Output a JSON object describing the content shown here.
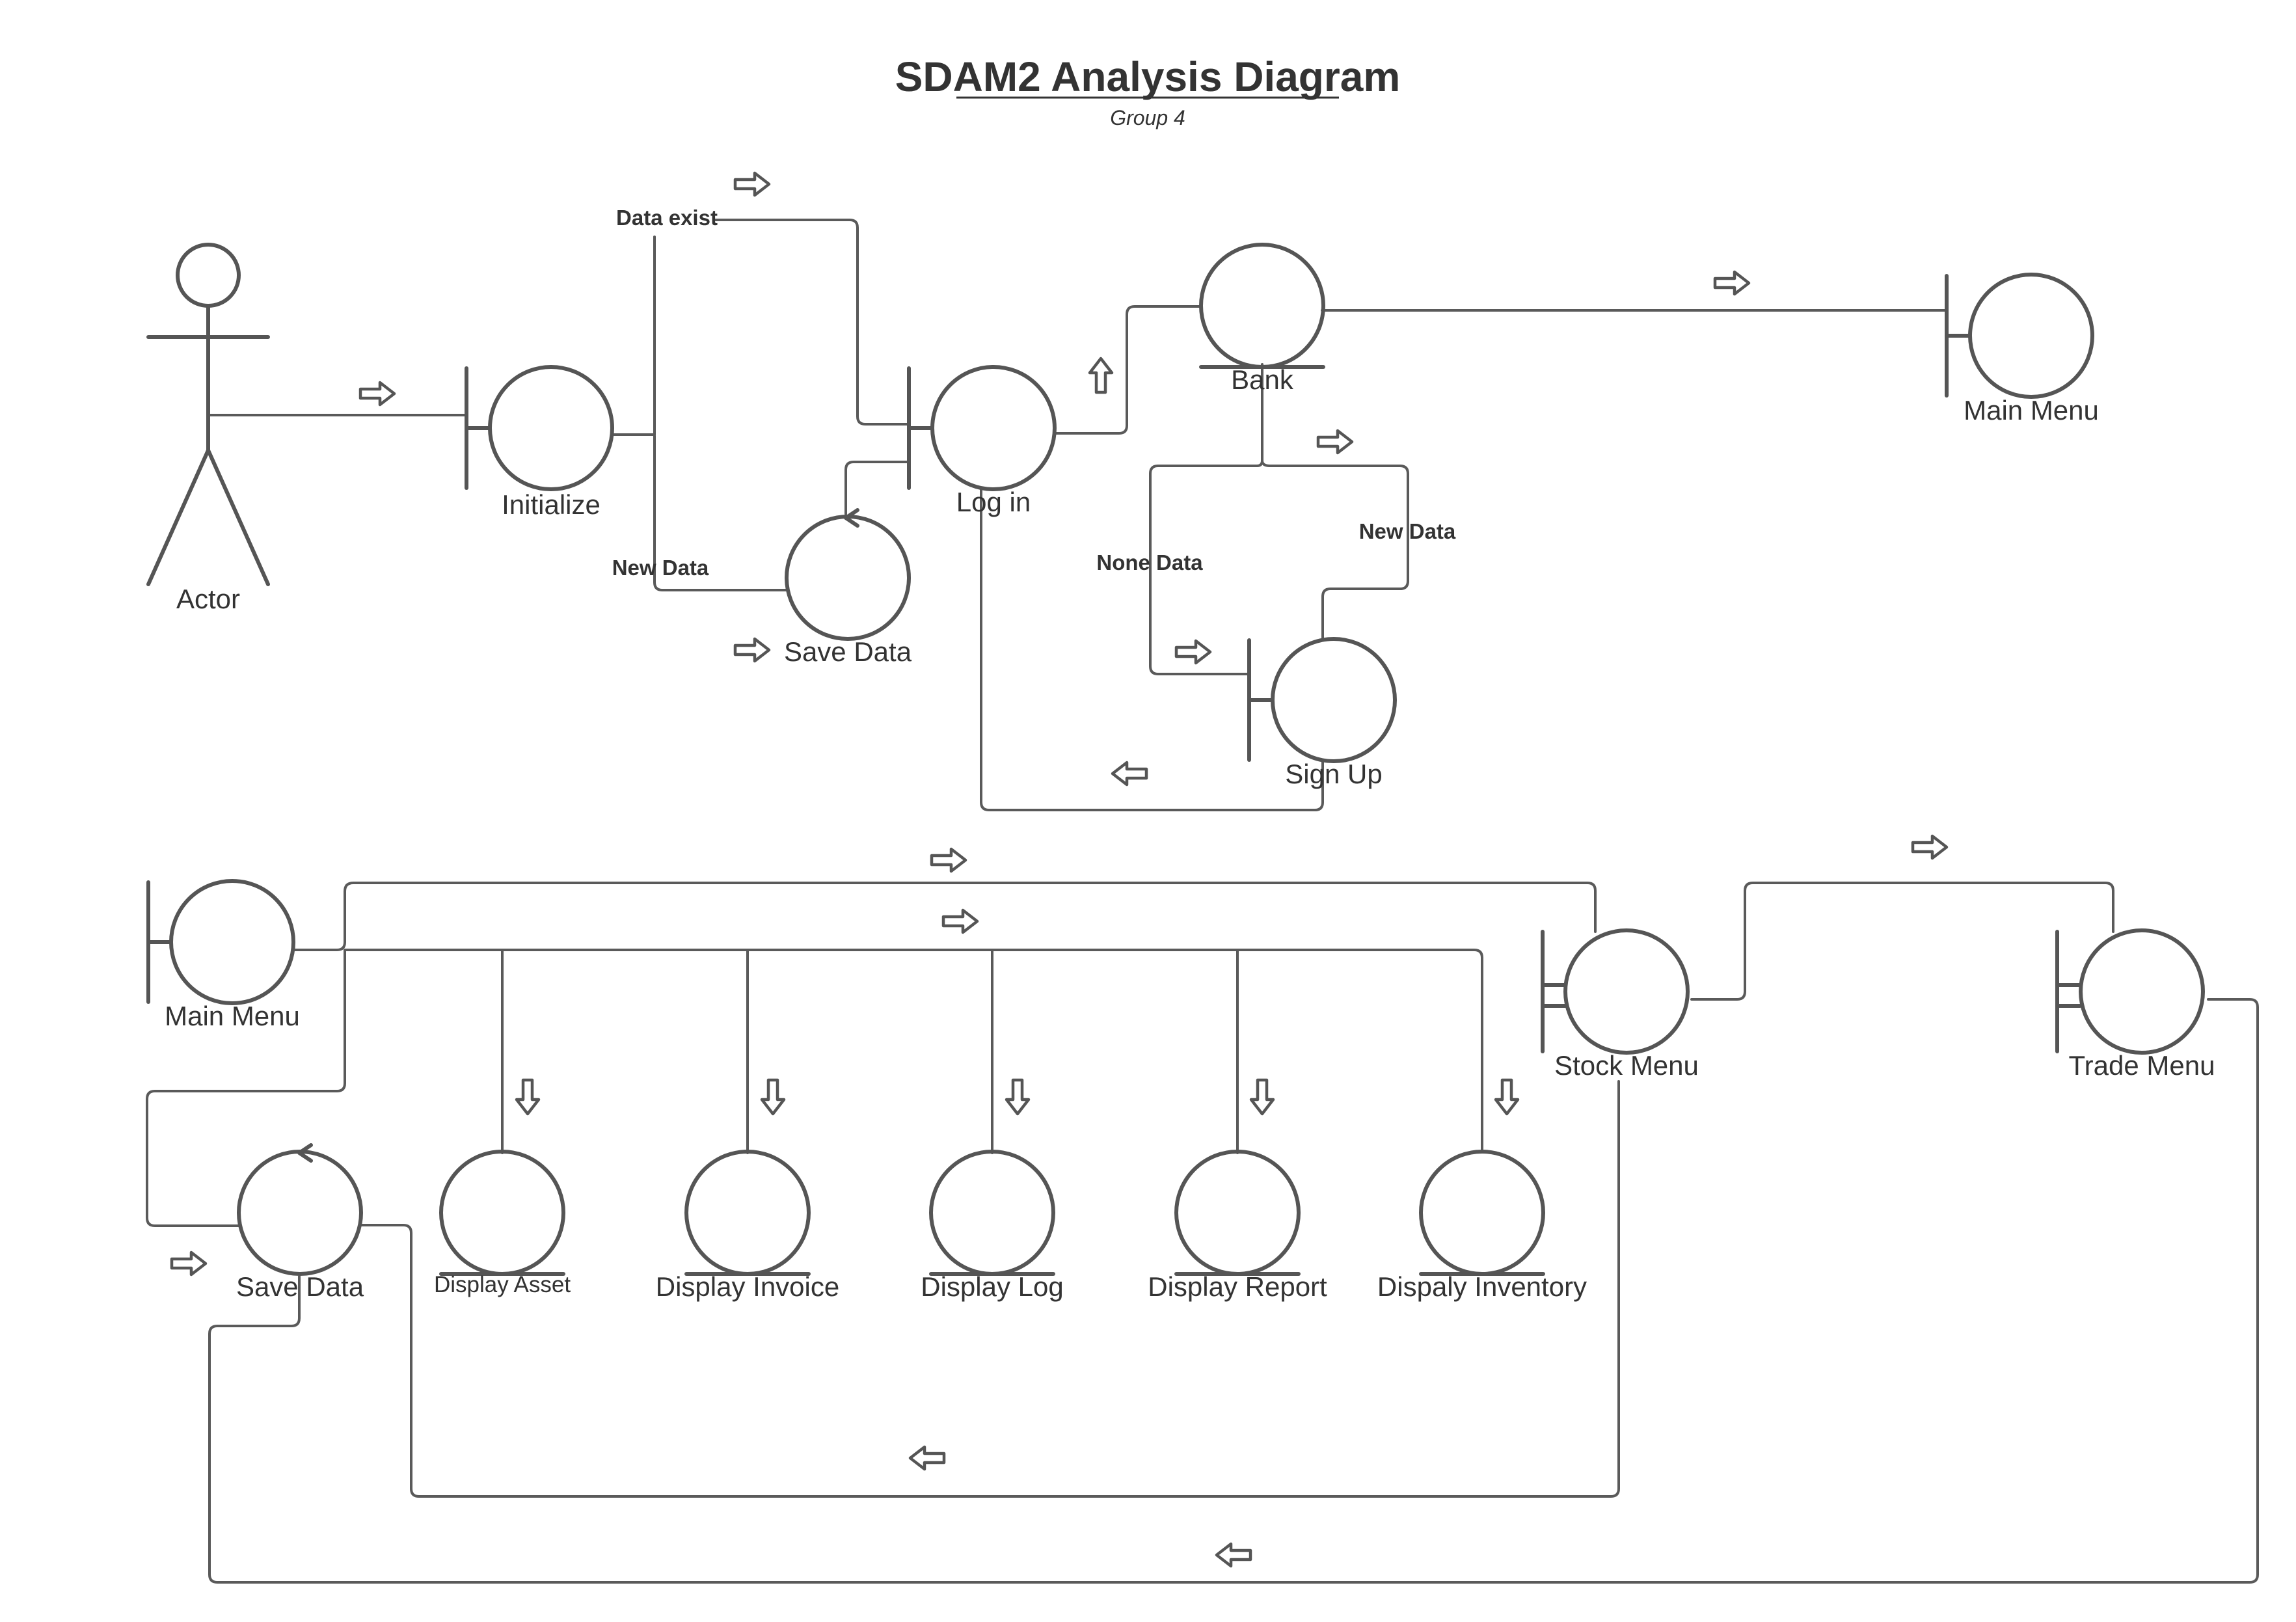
{
  "title": "SDAM2 Analysis Diagram",
  "subtitle": "Group 4",
  "nodes": {
    "actor": "Actor",
    "initialize": "Initialize",
    "save_data_top": "Save Data",
    "log_in": "Log in",
    "bank": "Bank",
    "sign_up": "Sign Up",
    "main_menu_top": "Main Menu",
    "main_menu_bottom": "Main Menu",
    "stock_menu": "Stock Menu",
    "trade_menu": "Trade Menu",
    "save_data_bottom": "Save Data",
    "display_asset": "Display Asset",
    "display_invoice": "Display Invoice",
    "display_log": "Display Log",
    "display_report": "Display Report",
    "dispaly_inventory": "Dispaly Inventory"
  },
  "edge_labels": {
    "data_exist": "Data exist",
    "new_data_init": "New Data",
    "none_data": "None Data",
    "new_data_bank": "New Data"
  },
  "colors": {
    "stroke": "#555555",
    "text": "#333333",
    "background": "#ffffff"
  }
}
